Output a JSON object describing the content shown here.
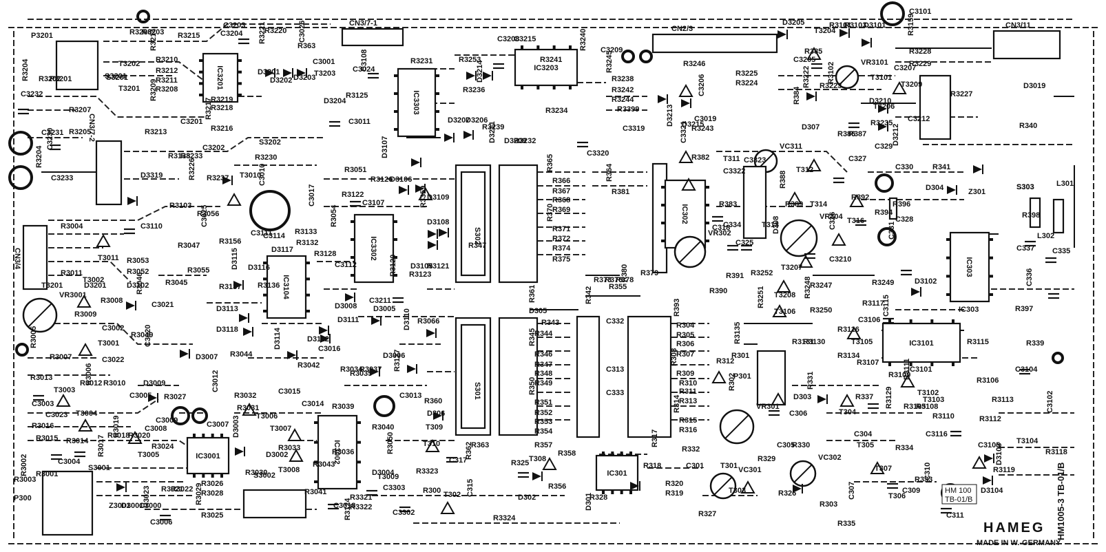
{
  "board": {
    "brand": "HAMEG",
    "made_in": "MADE IN W.-GERMANY",
    "model_vertical": "HM1005-3 TB-01/B",
    "model_stamp_a": "HM 100",
    "model_stamp_b": "TB-01/B",
    "colors": {
      "ink": "#111111",
      "paper": "#ffffff",
      "trace": "#222222"
    }
  },
  "ics": [
    {
      "id": "ic3201",
      "name": "IC3201"
    },
    {
      "id": "ic3203",
      "name": "IC3203"
    },
    {
      "id": "ic3303",
      "name": "IC3303"
    },
    {
      "id": "ic3302",
      "name": "IC3302"
    },
    {
      "id": "ic3104",
      "name": "IC3104"
    },
    {
      "id": "ic3001",
      "name": "IC3001"
    },
    {
      "id": "ic3002",
      "name": "IC3002"
    },
    {
      "id": "ic301",
      "name": "IC301"
    },
    {
      "id": "ic302",
      "name": "IC302"
    },
    {
      "id": "ic303",
      "name": "IC303"
    },
    {
      "id": "ic3101",
      "name": "IC3101"
    }
  ],
  "switches": [
    {
      "id": "s302",
      "name": "S302"
    },
    {
      "id": "s301",
      "name": "S301"
    },
    {
      "id": "s3202",
      "name": "S3202"
    },
    {
      "id": "s3201",
      "name": "S3201"
    },
    {
      "id": "s3001",
      "name": "S3001"
    },
    {
      "id": "s3002",
      "name": "S3002"
    },
    {
      "id": "s303",
      "name": "S303"
    }
  ],
  "connectors": [
    {
      "id": "cn37_1",
      "name": "CN3/7-1"
    },
    {
      "id": "cn23",
      "name": "CN2/3"
    },
    {
      "id": "cn311",
      "name": "CN3/11"
    },
    {
      "id": "cn37_2",
      "name": "CN3/7-2"
    },
    {
      "id": "cn34",
      "name": "CN3/4"
    },
    {
      "id": "p3201",
      "name": "P3201"
    },
    {
      "id": "p300",
      "name": "P300"
    },
    {
      "id": "p301",
      "name": "P301"
    }
  ],
  "trimmers": [
    {
      "id": "vr3001",
      "name": "VR3001"
    },
    {
      "id": "vr3101",
      "name": "VR3101"
    },
    {
      "id": "vr301",
      "name": "VR301"
    },
    {
      "id": "vr302",
      "name": "VR302"
    },
    {
      "id": "vr304",
      "name": "VR304"
    },
    {
      "id": "vc311",
      "name": "VC311"
    },
    {
      "id": "vc301",
      "name": "VC301"
    },
    {
      "id": "vc302",
      "name": "VC302"
    }
  ],
  "labels": [
    "R3204",
    "R3202",
    "R3201",
    "C3232",
    "C3231",
    "C3230",
    "C3233",
    "R3207",
    "R3205",
    "S3201",
    "T3202",
    "T3201",
    "R3206",
    "R3203",
    "R3215",
    "R3214",
    "R3210",
    "R3212",
    "R3211",
    "R3208",
    "R3209",
    "R3213",
    "C3204",
    "C3203",
    "R3220",
    "R3221",
    "D3201",
    "D3202",
    "D3203",
    "T3203",
    "C3026",
    "C3001",
    "C3024",
    "R3219",
    "R3218",
    "R3217",
    "R3216",
    "D3204",
    "C3011",
    "R3125",
    "C3108",
    "C3201",
    "C3202",
    "R3138",
    "R3233",
    "R3226",
    "R3237",
    "D3019",
    "T3010",
    "R3230",
    "C3010",
    "D3319",
    "C3110",
    "R3004",
    "R3056",
    "C3025",
    "C3111",
    "C3114",
    "R3133",
    "R3132",
    "R3054",
    "R3047",
    "R3156",
    "D3117",
    "R3128",
    "C3017",
    "R3051",
    "R3122",
    "R3126",
    "D3106",
    "D3107",
    "D3109",
    "D3108",
    "D3105",
    "R3121",
    "R3120",
    "R3123",
    "C3107",
    "C3112",
    "R3011",
    "T3011",
    "R3053",
    "R3052",
    "R3055",
    "R3137",
    "D3115",
    "D3116",
    "R3136",
    "R3045",
    "R3044",
    "R3046",
    "C3021",
    "D3008",
    "D3005",
    "D3111",
    "D3110",
    "C3211",
    "D3113",
    "D3118",
    "D3112",
    "D3114",
    "D3007",
    "C3016",
    "R3042",
    "R3066",
    "R3359",
    "R3008",
    "T3002",
    "R3009",
    "C3002",
    "R3005",
    "R3007",
    "T3001",
    "C3022",
    "R3049",
    "C3020",
    "C3023",
    "R3013",
    "T3003",
    "R3012",
    "R3006",
    "R3010",
    "C3005",
    "D3009",
    "R3027",
    "C3012",
    "R3032",
    "C3015",
    "C3014",
    "R3031",
    "T3006",
    "R3034",
    "R3035",
    "R3037",
    "D3006",
    "R3127",
    "C3013",
    "R3040",
    "R3039",
    "R3036",
    "R3050",
    "R3041",
    "R3043",
    "T3007",
    "R3033",
    "T3008",
    "C3003",
    "T3004",
    "R3016",
    "R3018",
    "R3019",
    "R3020",
    "C3009",
    "C3008",
    "C3007",
    "D3003",
    "D3002",
    "R3030",
    "R3015",
    "R3014",
    "R3017",
    "T3005",
    "R3024",
    "C3004",
    "R3003",
    "R3002",
    "R3001",
    "Z3001",
    "D3001",
    "C3000",
    "R3023",
    "R3021",
    "R3022",
    "R3026",
    "R3028",
    "R3029",
    "R3025",
    "C3006",
    "C3018",
    "D3004",
    "T3009",
    "C3303",
    "R3323",
    "R3321",
    "R3322",
    "R3124",
    "C3302",
    "R3324",
    "R3253",
    "R3236",
    "D3214",
    "C3208",
    "C3215",
    "R3231",
    "R3241",
    "R3240",
    "C3209",
    "D3206",
    "D3207",
    "R3239",
    "D3211",
    "D3209",
    "R3232",
    "R3234",
    "C3320",
    "R3245",
    "R3238",
    "R3242",
    "R3244",
    "R3246",
    "D3213",
    "D3215",
    "R3243",
    "R3225",
    "R3224",
    "C3206",
    "C3019",
    "D3205",
    "R3399",
    "C3319",
    "C3321",
    "T311",
    "C3322",
    "C3323",
    "R382",
    "R365",
    "R366",
    "R367",
    "R368",
    "R369",
    "R370",
    "R371",
    "R372",
    "R374",
    "R375",
    "R364",
    "R381",
    "R373",
    "R376",
    "R378",
    "R380",
    "R379",
    "R383",
    "C318",
    "C334",
    "R388",
    "R389",
    "T312",
    "T313",
    "T314",
    "D308",
    "R392",
    "R390",
    "R391",
    "R3252",
    "R361",
    "D305",
    "R363",
    "R343",
    "R344",
    "R345",
    "R346",
    "R347",
    "R348",
    "R349",
    "R350",
    "R351",
    "R352",
    "R353",
    "R354",
    "R342",
    "C332",
    "C313",
    "C333",
    "R355",
    "R393",
    "R304",
    "R305",
    "R306",
    "R307",
    "R308",
    "R309",
    "R310",
    "R311",
    "R313",
    "R314",
    "R315",
    "R316",
    "R312",
    "R301",
    "R302",
    "D306",
    "R360",
    "T309",
    "R363",
    "R362",
    "C317",
    "T310",
    "R357",
    "R358",
    "T308",
    "R356",
    "D302",
    "R325",
    "T302",
    "C315",
    "R300",
    "R320",
    "R319",
    "R328",
    "D301",
    "R327",
    "T301",
    "T303",
    "C301",
    "R317",
    "R318",
    "R332",
    "R329",
    "R330",
    "R331",
    "D303",
    "C306",
    "C305",
    "C304",
    "T304",
    "R337",
    "R326",
    "R303",
    "R335",
    "C307",
    "T307",
    "T306",
    "C309",
    "R333",
    "C310",
    "C311",
    "R334",
    "T305",
    "C3101",
    "R3159",
    "R3228",
    "R3229",
    "D3101",
    "R3101",
    "R3102",
    "R3103",
    "T3204",
    "T3101",
    "D3210",
    "D3212",
    "R3235",
    "C3212",
    "C3205",
    "R3227",
    "R3222",
    "R3223",
    "R340",
    "R341",
    "D304",
    "R3204",
    "C327",
    "C329",
    "C330",
    "C328",
    "C331",
    "R396",
    "R394",
    "R397",
    "T316",
    "C326",
    "C325",
    "T3207",
    "C3210",
    "R3247",
    "R3248",
    "R3249",
    "D3102",
    "R3250",
    "T3208",
    "R3251",
    "T3106",
    "R3117",
    "R3116",
    "C3106",
    "C3115",
    "T3105",
    "R3103",
    "R3107",
    "R3115",
    "R3135",
    "R3131",
    "R3130",
    "R3134",
    "R3109",
    "R3111",
    "T3102",
    "C3104",
    "T3103",
    "R3113",
    "R3129",
    "R3105",
    "R3108",
    "R3106",
    "R3110",
    "C3102",
    "R3112",
    "C3116",
    "R3119",
    "R3118",
    "D3103",
    "D3104",
    "T3104",
    "C3105",
    "S303",
    "L301",
    "R398",
    "L302",
    "R347",
    "R339",
    "C336",
    "C337",
    "C335",
    "Z301",
    "D307",
    "R384",
    "R385",
    "R386",
    "R387",
    "C3207",
    "T3206",
    "T3209",
    "T3201",
    "D3201",
    "D3102"
  ]
}
